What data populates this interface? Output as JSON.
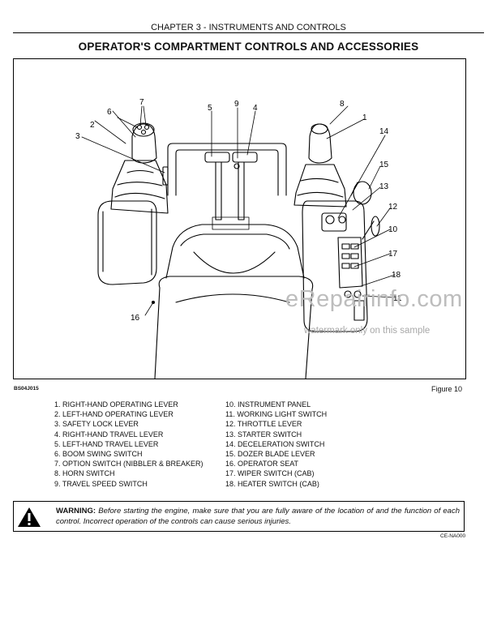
{
  "header": {
    "chapter": "CHAPTER 3 - INSTRUMENTS AND CONTROLS",
    "title": "OPERATOR'S COMPARTMENT CONTROLS AND ACCESSORIES"
  },
  "figure": {
    "code": "BS04J015",
    "label": "Figure 10",
    "callouts": [
      "1",
      "2",
      "3",
      "4",
      "5",
      "6",
      "7",
      "8",
      "9",
      "10",
      "11",
      "12",
      "13",
      "14",
      "15",
      "16",
      "17",
      "18"
    ]
  },
  "legend": {
    "left": [
      "1. RIGHT-HAND OPERATING LEVER",
      "2. LEFT-HAND OPERATING LEVER",
      "3. SAFETY LOCK LEVER",
      "4. RIGHT-HAND TRAVEL LEVER",
      "5. LEFT-HAND TRAVEL LEVER",
      "6. BOOM SWING SWITCH",
      "7. OPTION SWITCH (NIBBLER & BREAKER)",
      "8. HORN SWITCH",
      "9. TRAVEL SPEED SWITCH"
    ],
    "right": [
      "10. INSTRUMENT PANEL",
      "11. WORKING LIGHT SWITCH",
      "12. THROTTLE LEVER",
      "13. STARTER SWITCH",
      "14. DECELERATION SWITCH",
      "15. DOZER BLADE LEVER",
      "16. OPERATOR SEAT",
      "17. WIPER SWITCH (CAB)",
      "18. HEATER SWITCH (CAB)"
    ]
  },
  "warning": {
    "label": "WARNING:",
    "text": "Before starting the engine, make sure that you are fully aware of the location of and the function of each control. Incorrect operation of the controls can cause serious injuries.",
    "code": "CE-NA000"
  },
  "watermark": {
    "site": "eRepairinfo.com",
    "note": "watermark only on this sample"
  }
}
